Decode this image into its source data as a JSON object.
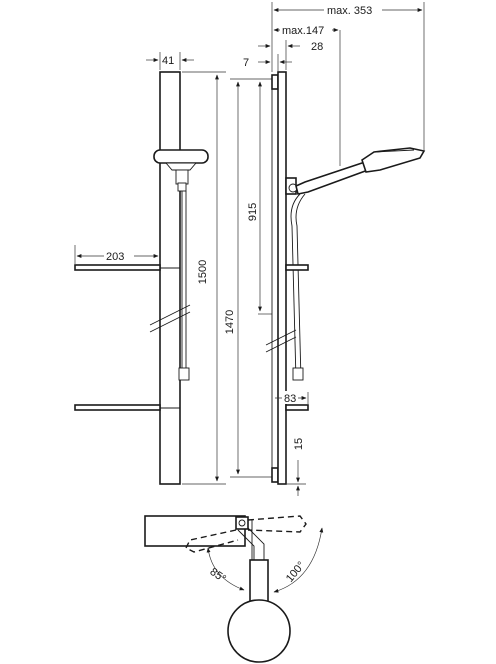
{
  "dimensions": {
    "max_353": "max. 353",
    "max_147": "max.147",
    "d28": "28",
    "d7": "7",
    "d41": "41",
    "d915": "915",
    "d1500": "1500",
    "d1470": "1470",
    "d203": "203",
    "d83": "83",
    "d15": "15",
    "angle_85": "85°",
    "angle_100": "100°"
  },
  "colors": {
    "line": "#1a1a1a",
    "background": "#ffffff"
  }
}
